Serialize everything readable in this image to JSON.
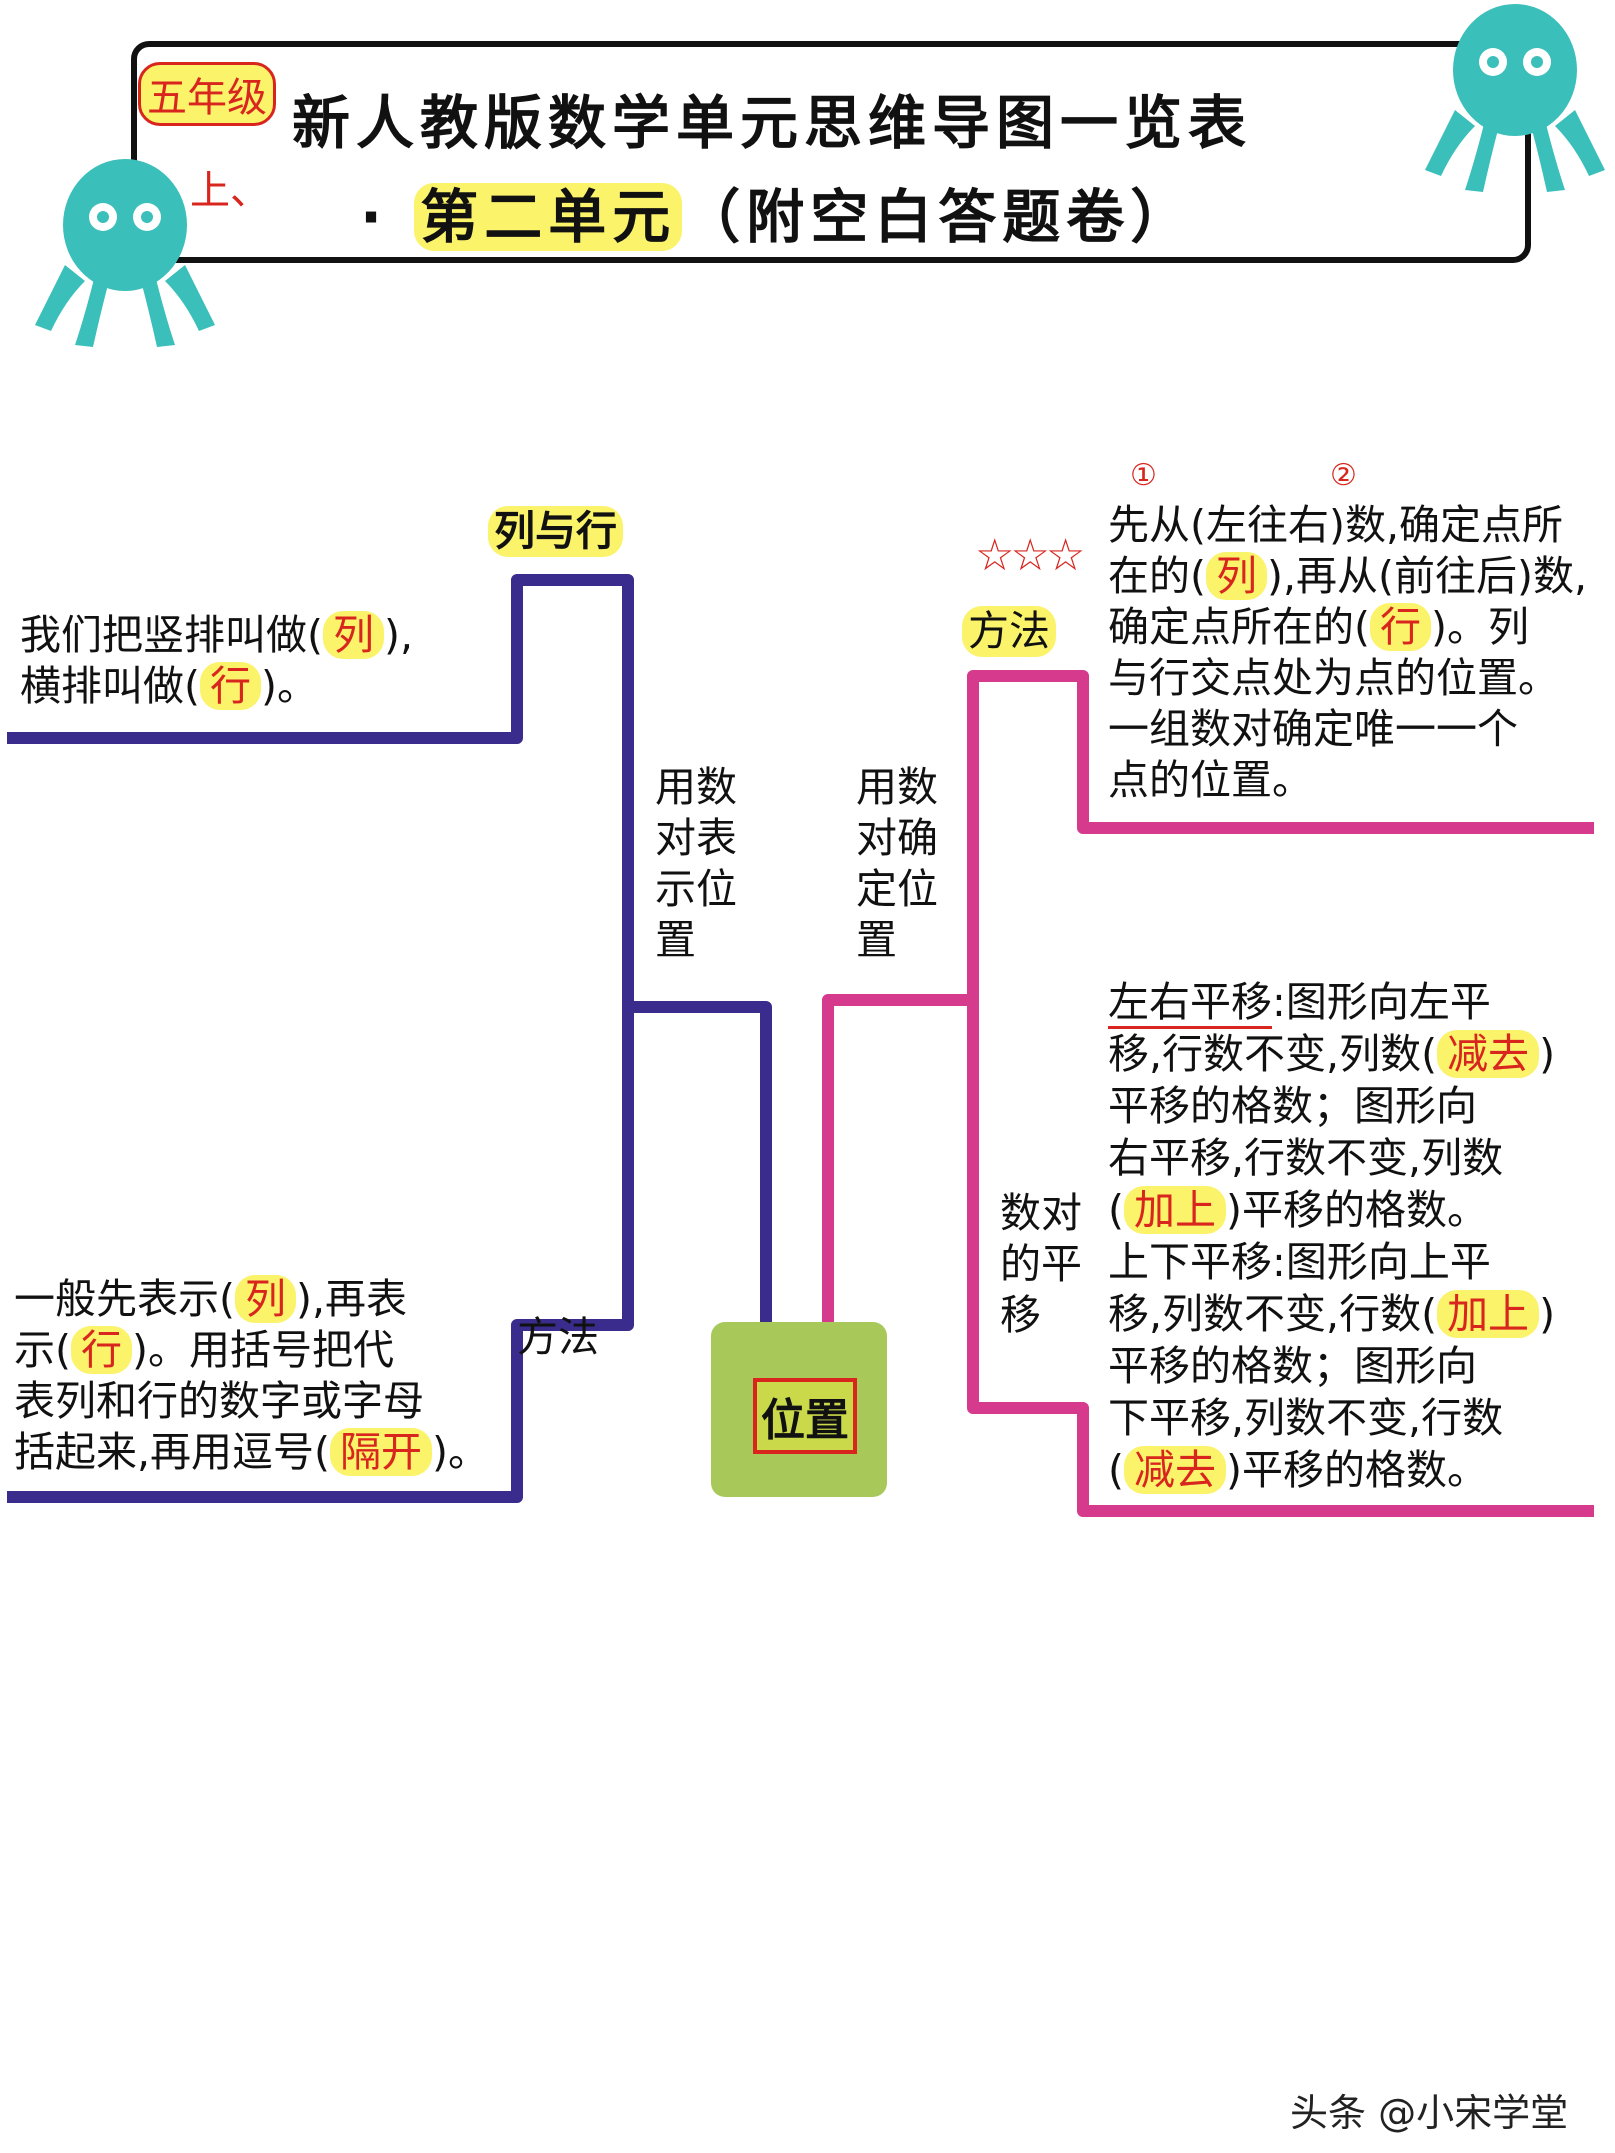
{
  "header": {
    "grade_note": "五年级",
    "grade_sub": "上、",
    "title_line1": "新人教版数学单元思维导图一览表",
    "title_line2_dot": "·",
    "title_line2_highlight": "第二单元",
    "title_line2_rest": "（附空白答题卷）"
  },
  "center_node": {
    "label": "位置",
    "color": "#a8c85a"
  },
  "colors": {
    "left_branch": "#3a2c8c",
    "right_branch": "#d63a8c",
    "answer": "#d8261f",
    "highlight": "#fbf36a"
  },
  "left": {
    "branch_label": "用数对表示位置",
    "branch_label_lines": [
      "用数",
      "对表",
      "示位",
      "置"
    ],
    "top_topic": "列与行",
    "top_text": [
      [
        "我们把竖排叫做(",
        {
          "ans": "列"
        },
        "),"
      ],
      [
        "横排叫做(",
        {
          "ans": "行"
        },
        ")。"
      ]
    ],
    "bottom_topic": "方法",
    "bottom_text": [
      [
        "一般先表示(",
        {
          "ans": "列"
        },
        "),再表"
      ],
      [
        "示(",
        {
          "ans": "行"
        },
        ")。用括号把代"
      ],
      [
        "表列和行的数字或字母"
      ],
      [
        "括起来,再用逗号(",
        {
          "ans": "隔开"
        },
        ")。"
      ]
    ]
  },
  "right": {
    "branch_label": "用数对确定位置",
    "branch_label_lines": [
      "用数",
      "对确",
      "定位",
      "置"
    ],
    "top_topic": "方法",
    "stars": "☆☆☆",
    "marks": [
      "①",
      "②"
    ],
    "top_text": [
      [
        "先从(左往右)数,确定点所"
      ],
      [
        "在的(",
        {
          "ans": "列"
        },
        "),再从(前往后)数,"
      ],
      [
        "确定点所在的(",
        {
          "ans": "行"
        },
        ")。列"
      ],
      [
        "与行交点处为点的位置。"
      ],
      [
        "一组数对确定唯一一个"
      ],
      [
        "点的位置。"
      ]
    ],
    "bottom_topic_lines": [
      "数对",
      "的平",
      "移"
    ],
    "bottom_text": [
      [
        {
          "u": "左右平移"
        },
        ":图形向左平"
      ],
      [
        "移,行数不变,列数(",
        {
          "ans": "减去"
        },
        ")"
      ],
      [
        "平移的格数；图形向"
      ],
      [
        "右平移,行数不变,列数"
      ],
      [
        "(",
        {
          "ans": "加上"
        },
        ")平移的格数。"
      ],
      [
        "上下平移:图形向上平"
      ],
      [
        "移,列数不变,行数(",
        {
          "ans": "加上"
        },
        ")"
      ],
      [
        "平移的格数；图形向"
      ],
      [
        "下平移,列数不变,行数"
      ],
      [
        "(",
        {
          "ans": "减去"
        },
        ")平移的格数。"
      ]
    ]
  },
  "watermark": "头条 @小宋学堂"
}
